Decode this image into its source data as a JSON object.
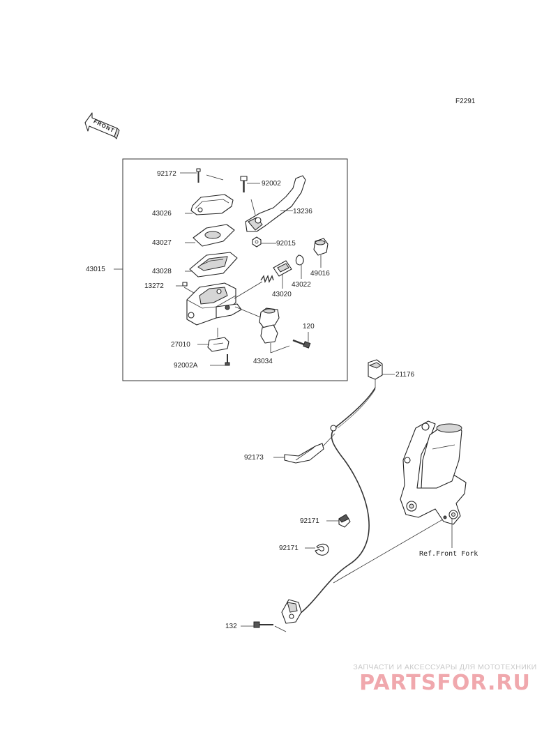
{
  "figure_code": "F2291",
  "front_arrow_label": "FRONT",
  "reference_label": "Ref.Front Fork",
  "parts": {
    "p92172": "92172",
    "p43026": "43026",
    "p43027": "43027",
    "p43028": "43028",
    "p13272": "13272",
    "p43015": "43015",
    "p27010": "27010",
    "p92002A": "92002A",
    "p92002": "92002",
    "p13236": "13236",
    "p92015": "92015",
    "p49016": "49016",
    "p43022": "43022",
    "p43020": "43020",
    "p120": "120",
    "p43034": "43034",
    "p21176": "21176",
    "p92173": "92173",
    "p92171a": "92171",
    "p92171b": "92171",
    "p132": "132"
  },
  "watermark": {
    "tagline": "ЗАПЧАСТИ И АКСЕССУАРЫ ДЛЯ МОТОТЕХНИКИ",
    "logo": "PARTSFOR.RU"
  }
}
